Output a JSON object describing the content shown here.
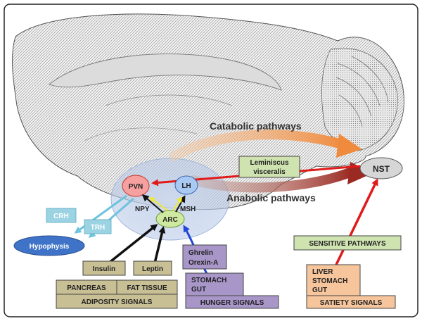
{
  "labels": {
    "catabolic": "Catabolic pathways",
    "anabolic": "Anabolic pathways",
    "nst": "NST",
    "leminiscus_line1": "Leminiscus",
    "leminiscus_line2": "visceralis",
    "pvn": "PVN",
    "lh": "LH",
    "arc": "ARC",
    "npy": "NPY",
    "msh": "MSH",
    "crh": "CRH",
    "trh": "TRH",
    "hypophysis": "Hypophysis",
    "insulin": "Insulin",
    "leptin": "Leptin",
    "pancreas": "PANCREAS",
    "fat_tissue": "FAT TISSUE",
    "adiposity_signals": "ADIPOSITY SIGNALS",
    "ghrelin": "Ghrelin",
    "orexin": "Orexin-A",
    "stomach": "STOMACH",
    "gut": "GUT",
    "hunger_signals": "HUNGER SIGNALS",
    "sensitive_pathways": "SENSITIVE PATHWAYS",
    "liver": "LIVER",
    "stomach2": "STOMACH",
    "gut2": "GUT",
    "satiety_signals": "SATIETY SIGNALS"
  },
  "colors": {
    "catabolic": "#f08a3c",
    "anabolic": "#9b2a22",
    "pvn_fill": "#f7a0a0",
    "lh_fill": "#a9c8f2",
    "arc_fill": "#cfe9a0",
    "nst_fill": "#d6d6d6",
    "hypophysis": "#3f73c7",
    "tan_box": "#c9bf95",
    "purple_box": "#a896c9",
    "green_box": "#cfe3b0",
    "orange_box": "#f6c59c",
    "cyan_box": "#9cd3e3",
    "red_arrow": "#e11a1a",
    "blue_arrow": "#2346d8",
    "yellow_arrow": "#f2ea2a"
  }
}
